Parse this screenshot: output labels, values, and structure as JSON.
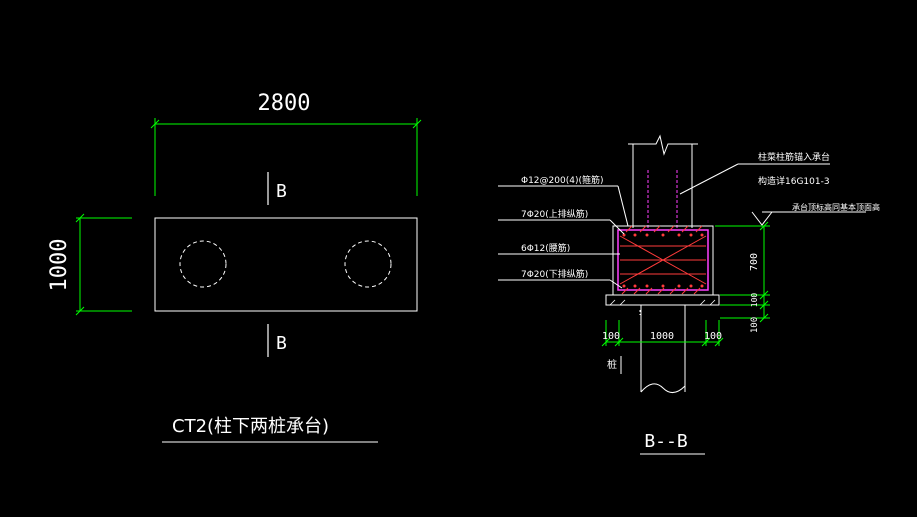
{
  "plan": {
    "dim_width": "2800",
    "dim_height": "1000",
    "section_mark_top": "B",
    "section_mark_bottom": "B",
    "title": "CT2(柱下两桩承台)"
  },
  "section": {
    "title": "B--B",
    "label_stirrup": "Φ12@200(4)(箍筋)",
    "label_top_bars": "7Φ20(上排纵筋)",
    "label_side_bars": "6Φ12(腰筋)",
    "label_bottom_bars": "7Φ20(下排纵筋)",
    "note_column_line1": "柱菜柱筋锚入承台",
    "note_column_line2": "构造详16G101-3",
    "note_elevation": "承台顶标高同基本顶面高",
    "dim_depth": "700",
    "dim_cushion": "100",
    "dim_bottom": "100",
    "dim_left": "100",
    "dim_middle": "1000",
    "dim_right": "100",
    "pile_label": "桩"
  },
  "colors": {
    "background": "#000000",
    "outline": "#ffffff",
    "dimension": "#00ff00",
    "rebar": "#ff3b3b",
    "stirrup": "#ff40ff",
    "hatch": "#ff3b3b"
  }
}
